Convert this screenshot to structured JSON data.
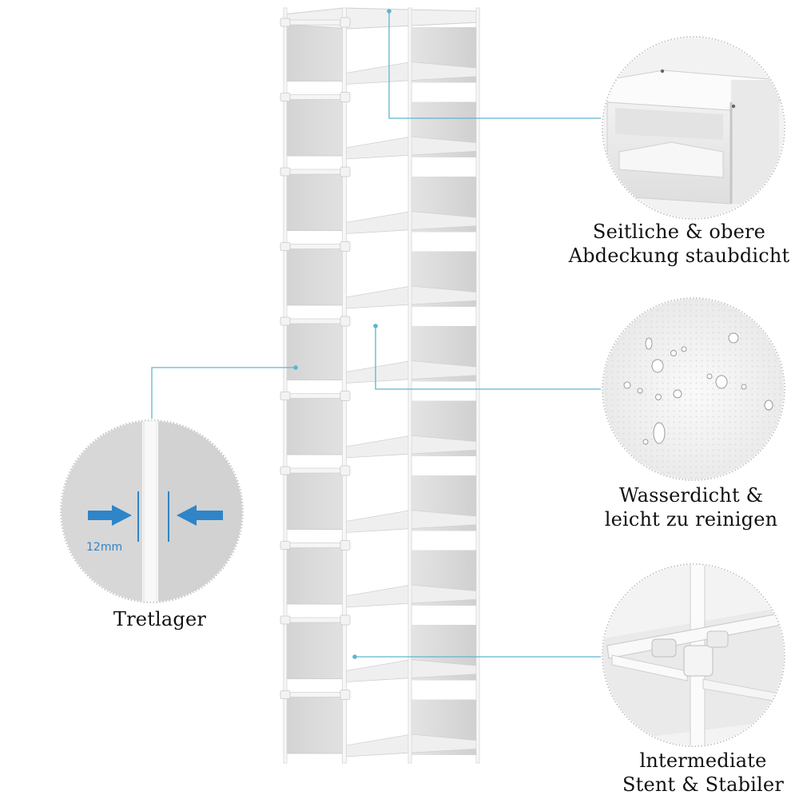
{
  "callouts": {
    "bottom_bracket": {
      "label": "Tretlager",
      "measurement": "12mm"
    },
    "dust_cover": {
      "line1": "Seitliche & obere",
      "line2": "Abdeckung staubdicht"
    },
    "waterproof": {
      "line1": "Wasserdicht &",
      "line2": "leicht zu reinigen"
    },
    "stent": {
      "line1": "lntermediate",
      "line2": "Stent & Stabiler"
    }
  },
  "colors": {
    "leader_line": "#5fb4d3",
    "arrow": "#2f85c8",
    "frame": "#f4f4f4",
    "panel": "#dcdcdc",
    "panel_dark": "#cfcfcf",
    "shelf": "#ececec"
  },
  "shelf": {
    "tiers": 10
  }
}
